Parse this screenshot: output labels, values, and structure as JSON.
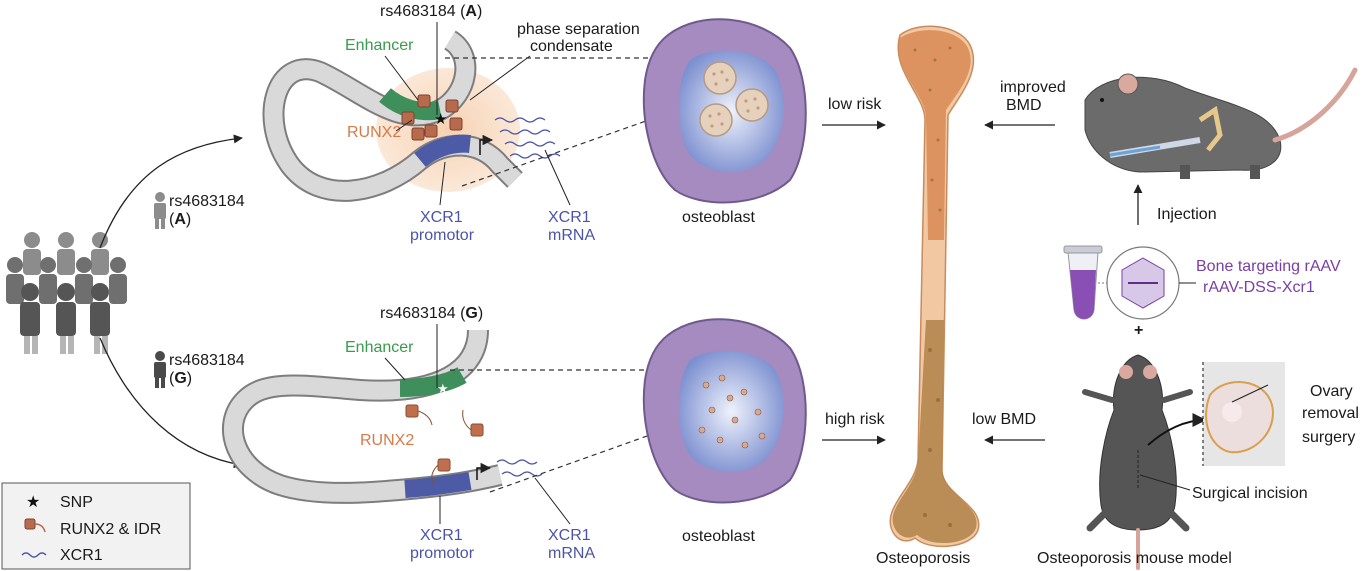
{
  "colors": {
    "enhancer": "#3a9a4d",
    "runx2": "#c97a52",
    "xcr1": "#4a55a8",
    "aav": "#7a3fa3",
    "bone": "#e8a26f",
    "cell": "#9a80b5"
  },
  "population": {
    "snp_top": "rs4683184",
    "allele_top": "A",
    "snp_bottom": "rs4683184",
    "allele_bottom": "G"
  },
  "top_panel": {
    "snp_label": "rs4683184",
    "allele": "A",
    "enhancer": "Enhancer",
    "runx2": "RUNX2",
    "condensate_line1": "phase separation",
    "condensate_line2": "condensate",
    "promotor_line1": "XCR1",
    "promotor_line2": "promotor",
    "mrna_line1": "XCR1",
    "mrna_line2": "mRNA",
    "cell": "osteoblast",
    "risk": "low risk"
  },
  "bottom_panel": {
    "snp_label": "rs4683184",
    "allele": "G",
    "enhancer": "Enhancer",
    "runx2": "RUNX2",
    "promotor_line1": "XCR1",
    "promotor_line2": "promotor",
    "mrna_line1": "XCR1",
    "mrna_line2": "mRNA",
    "cell": "osteoblast",
    "risk": "high risk"
  },
  "bone": {
    "label": "Osteoporosis"
  },
  "right_panel": {
    "improved_line1": "improved",
    "improved_line2": "BMD",
    "injection": "Injection",
    "aav_line1": "Bone targeting rAAV",
    "aav_line2": "rAAV-DSS-Xcr1",
    "plus": "+",
    "low_bmd": "low BMD",
    "ovary_line1": "Ovary",
    "ovary_line2": "removal",
    "ovary_line3": "surgery",
    "incision": "Surgical incision",
    "model": "Osteoporosis mouse model"
  },
  "legend": {
    "snp": "SNP",
    "runx2": "RUNX2 & IDR",
    "xcr1": "XCR1"
  }
}
